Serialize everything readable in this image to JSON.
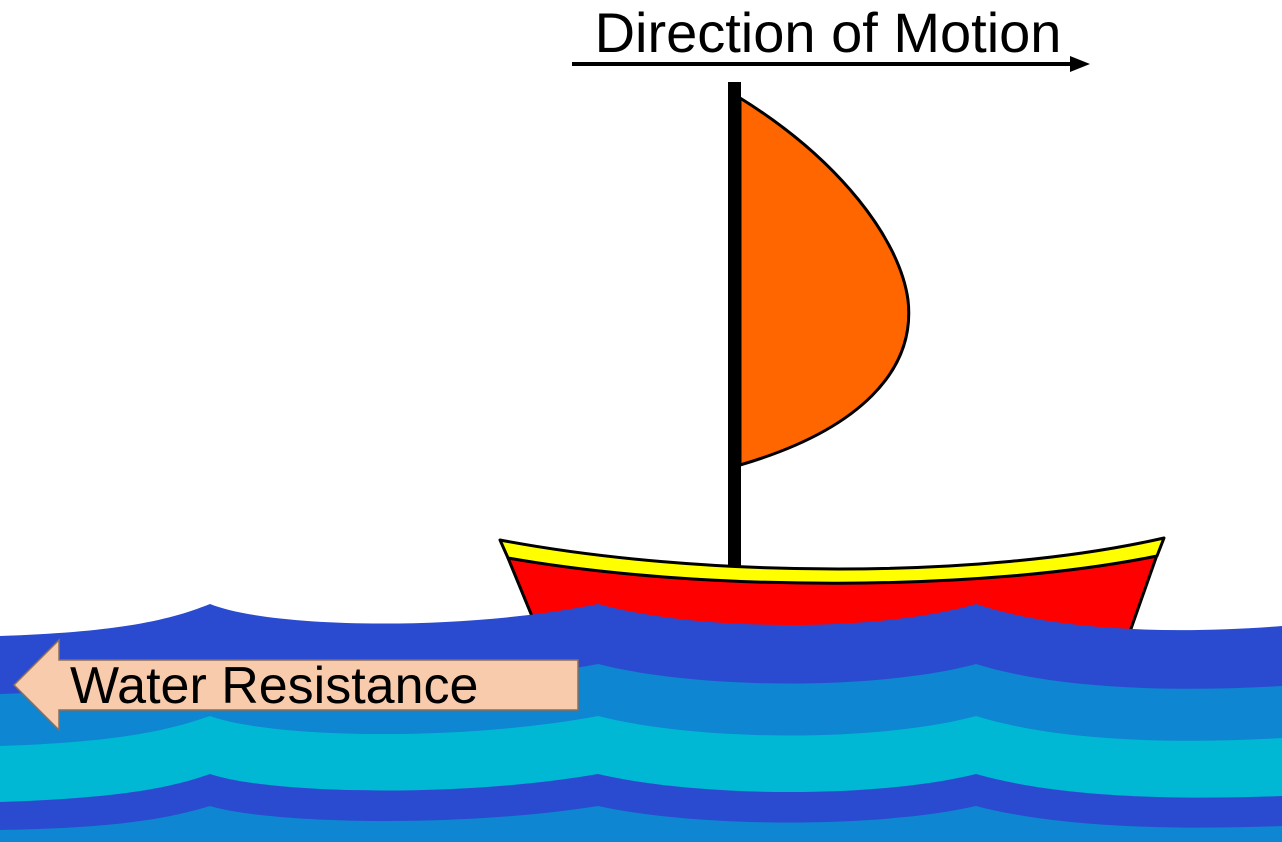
{
  "labels": {
    "motion": "Direction of Motion",
    "resistance": "Water Resistance"
  },
  "arrows": {
    "motion_direction": "right",
    "resistance_direction": "left"
  },
  "colors": {
    "background": "#ffffff",
    "sail": "#ff6600",
    "hull": "#ff0000",
    "hull_trim": "#ffff00",
    "mast": "#000000",
    "water_dark": "#2a4bcf",
    "water_mid": "#0f86d1",
    "water_light": "#00b8d4",
    "resistance_arrow_fill": "#f8cbad",
    "resistance_arrow_stroke": "#8c6e5a"
  },
  "icons": {
    "boat": "sailboat",
    "water": "waves",
    "motion_arrow": "arrow-right",
    "resistance_arrow": "arrow-left"
  }
}
